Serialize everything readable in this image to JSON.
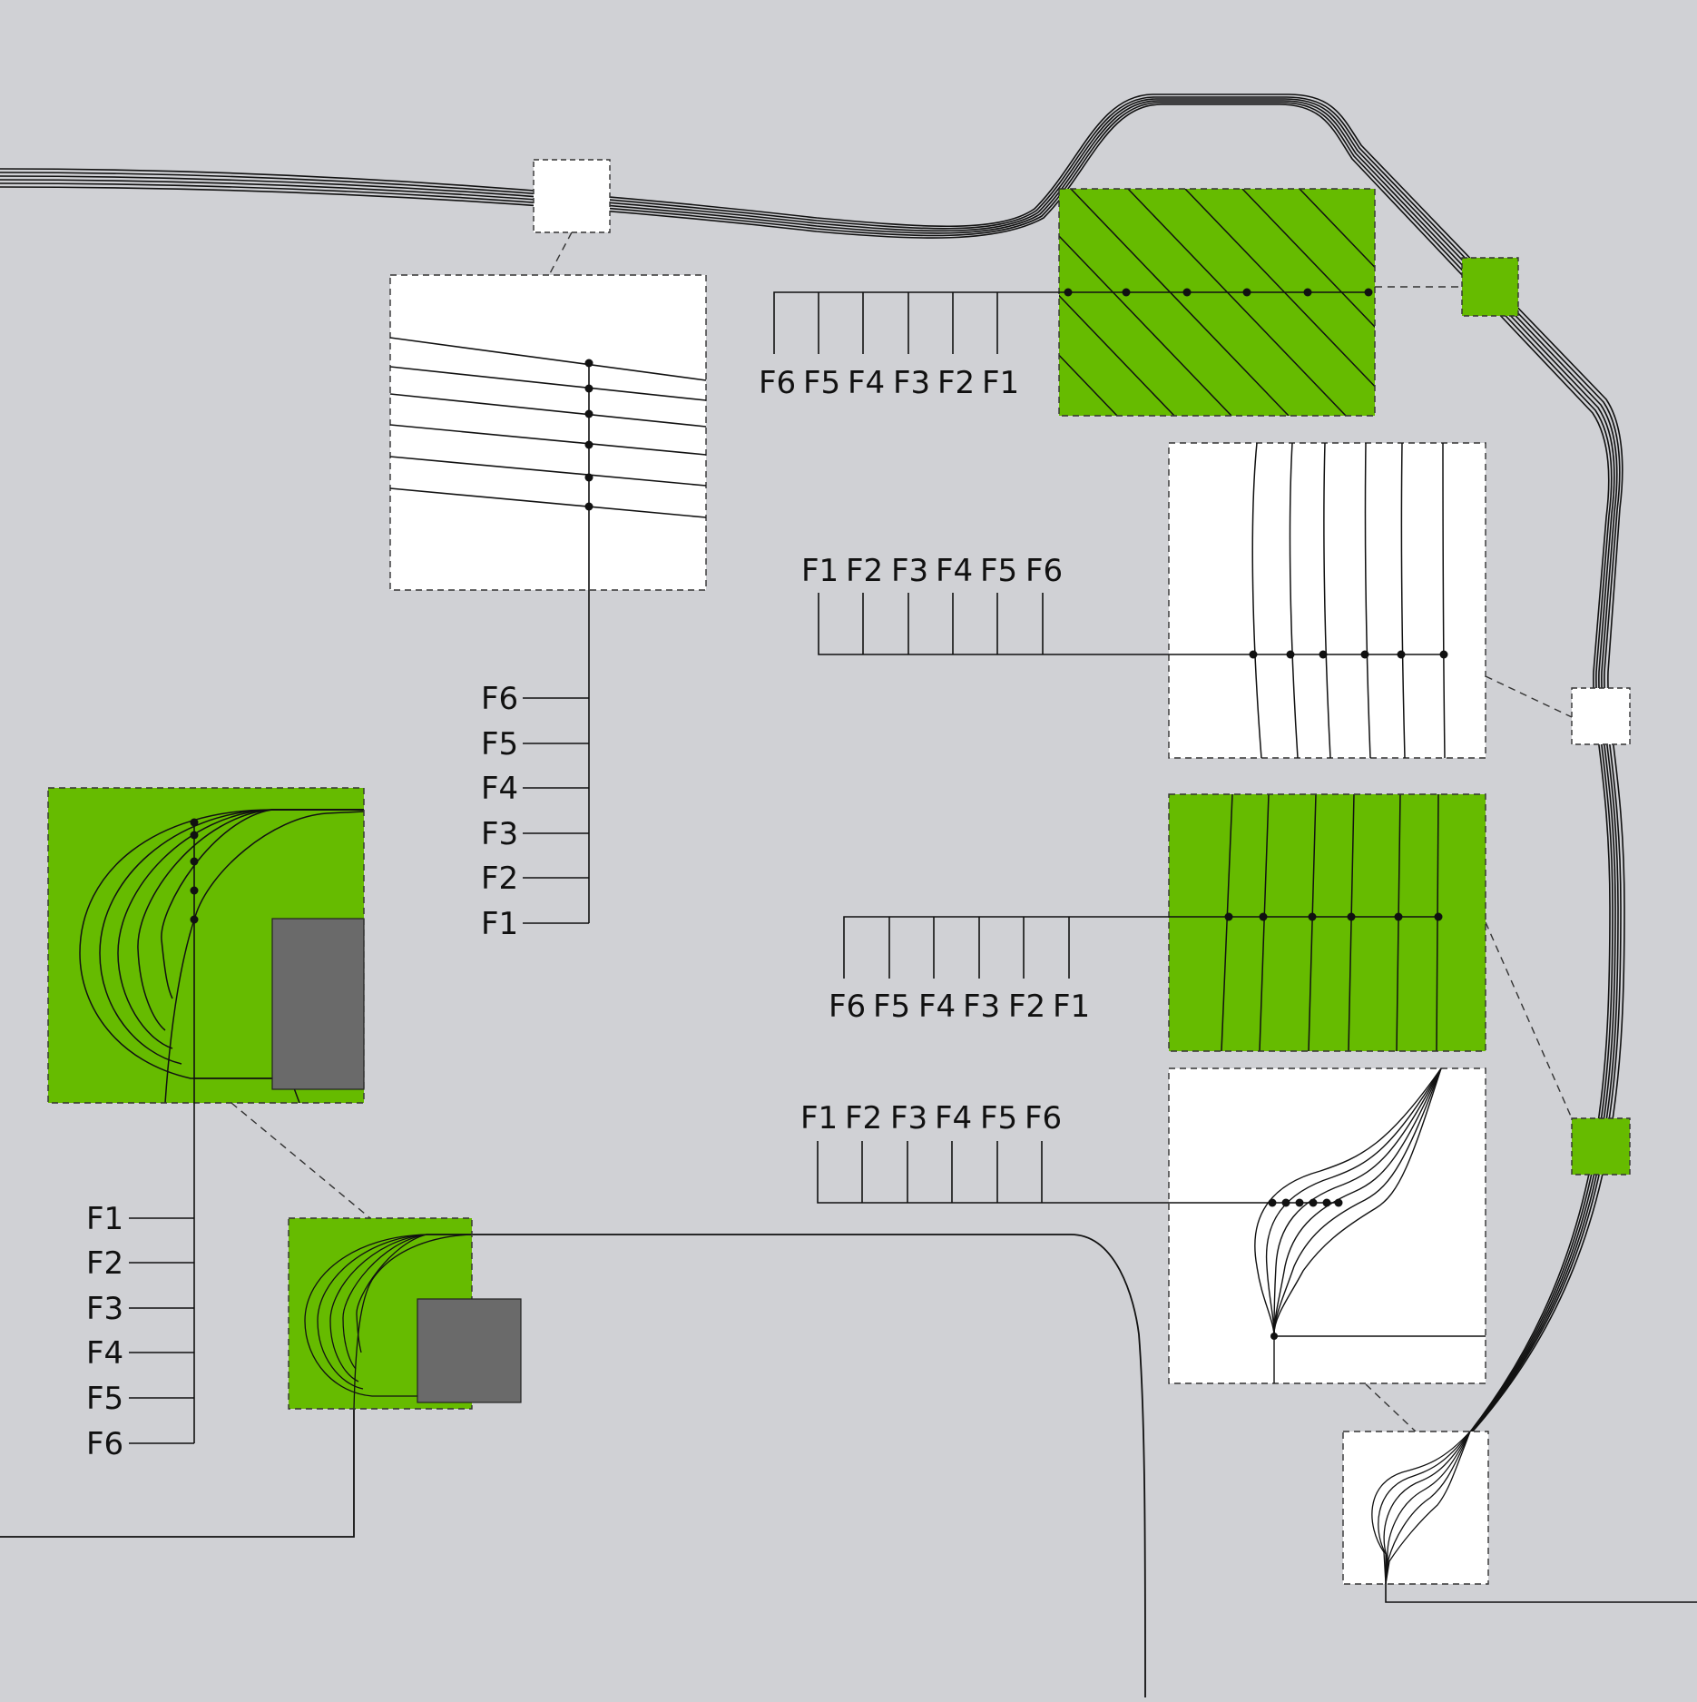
{
  "colors": {
    "background": "#d0d1d5",
    "green": "#66bb00",
    "white": "#ffffff",
    "gray_block": "#6a6a6a",
    "line": "#111111"
  },
  "labels": {
    "top_mid": [
      "F6",
      "F5",
      "F4",
      "F3",
      "F2",
      "F1"
    ],
    "top_left_vertical": [
      "F6",
      "F5",
      "F4",
      "F3",
      "F2",
      "F1"
    ],
    "right_white_top": [
      "F1",
      "F2",
      "F3",
      "F4",
      "F5",
      "F6"
    ],
    "right_green_mid": [
      "F6",
      "F5",
      "F4",
      "F3",
      "F2",
      "F1"
    ],
    "right_white_bottom": [
      "F1",
      "F2",
      "F3",
      "F4",
      "F5",
      "F6"
    ],
    "left_vertical": [
      "F1",
      "F2",
      "F3",
      "F4",
      "F5",
      "F6"
    ]
  }
}
